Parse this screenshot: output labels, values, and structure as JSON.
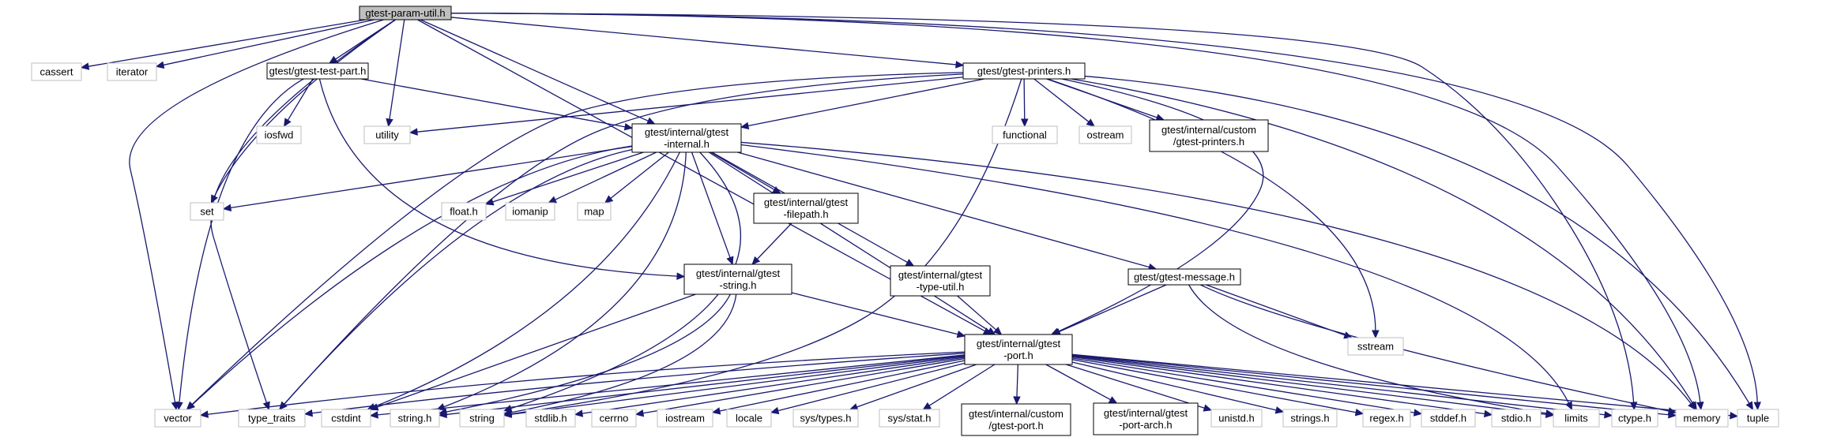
{
  "colors": {
    "edge": "#191970",
    "root_fill": "#bfbfbf",
    "node_border": "#000000",
    "system_border": "#bfbfbf",
    "text": "#000000",
    "background": "#ffffff"
  },
  "nodes": {
    "root": {
      "lines": [
        "gtest-param-util.h"
      ],
      "kind": "root"
    },
    "cassert": {
      "lines": [
        "cassert"
      ],
      "kind": "system"
    },
    "iterator": {
      "lines": [
        "iterator"
      ],
      "kind": "system"
    },
    "test_part": {
      "lines": [
        "gtest/gtest-test-part.h"
      ],
      "kind": "local"
    },
    "printers": {
      "lines": [
        "gtest/gtest-printers.h"
      ],
      "kind": "local"
    },
    "iosfwd": {
      "lines": [
        "iosfwd"
      ],
      "kind": "system"
    },
    "utility": {
      "lines": [
        "utility"
      ],
      "kind": "system"
    },
    "internal": {
      "lines": [
        "gtest/internal/gtest",
        "-internal.h"
      ],
      "kind": "local"
    },
    "functional": {
      "lines": [
        "functional"
      ],
      "kind": "system"
    },
    "ostream": {
      "lines": [
        "ostream"
      ],
      "kind": "system"
    },
    "custom_printers": {
      "lines": [
        "gtest/internal/custom",
        "/gtest-printers.h"
      ],
      "kind": "local"
    },
    "set": {
      "lines": [
        "set"
      ],
      "kind": "system"
    },
    "float": {
      "lines": [
        "float.h"
      ],
      "kind": "system"
    },
    "iomanip": {
      "lines": [
        "iomanip"
      ],
      "kind": "system"
    },
    "map": {
      "lines": [
        "map"
      ],
      "kind": "system"
    },
    "filepath": {
      "lines": [
        "gtest/internal/gtest",
        "-filepath.h"
      ],
      "kind": "local"
    },
    "gstring": {
      "lines": [
        "gtest/internal/gtest",
        "-string.h"
      ],
      "kind": "local"
    },
    "type_util": {
      "lines": [
        "gtest/internal/gtest",
        "-type-util.h"
      ],
      "kind": "local"
    },
    "message": {
      "lines": [
        "gtest/gtest-message.h"
      ],
      "kind": "local"
    },
    "sstream": {
      "lines": [
        "sstream"
      ],
      "kind": "system"
    },
    "port": {
      "lines": [
        "gtest/internal/gtest",
        "-port.h"
      ],
      "kind": "local"
    },
    "vector": {
      "lines": [
        "vector"
      ],
      "kind": "system"
    },
    "type_traits": {
      "lines": [
        "type_traits"
      ],
      "kind": "system"
    },
    "cstdint": {
      "lines": [
        "cstdint"
      ],
      "kind": "system"
    },
    "string_h": {
      "lines": [
        "string.h"
      ],
      "kind": "system"
    },
    "string": {
      "lines": [
        "string"
      ],
      "kind": "system"
    },
    "stdlib": {
      "lines": [
        "stdlib.h"
      ],
      "kind": "system"
    },
    "cerrno": {
      "lines": [
        "cerrno"
      ],
      "kind": "system"
    },
    "iostream": {
      "lines": [
        "iostream"
      ],
      "kind": "system"
    },
    "locale": {
      "lines": [
        "locale"
      ],
      "kind": "system"
    },
    "sys_types": {
      "lines": [
        "sys/types.h"
      ],
      "kind": "system"
    },
    "sys_stat": {
      "lines": [
        "sys/stat.h"
      ],
      "kind": "system"
    },
    "custom_port": {
      "lines": [
        "gtest/internal/custom",
        "/gtest-port.h"
      ],
      "kind": "local"
    },
    "port_arch": {
      "lines": [
        "gtest/internal/gtest",
        "-port-arch.h"
      ],
      "kind": "local"
    },
    "unistd": {
      "lines": [
        "unistd.h"
      ],
      "kind": "system"
    },
    "strings": {
      "lines": [
        "strings.h"
      ],
      "kind": "system"
    },
    "regex": {
      "lines": [
        "regex.h"
      ],
      "kind": "system"
    },
    "stddef": {
      "lines": [
        "stddef.h"
      ],
      "kind": "system"
    },
    "stdio": {
      "lines": [
        "stdio.h"
      ],
      "kind": "system"
    },
    "limits": {
      "lines": [
        "limits"
      ],
      "kind": "system"
    },
    "ctype": {
      "lines": [
        "ctype.h"
      ],
      "kind": "system"
    },
    "memory": {
      "lines": [
        "memory"
      ],
      "kind": "system"
    },
    "tuple": {
      "lines": [
        "tuple"
      ],
      "kind": "system"
    }
  },
  "edges": [
    [
      "root",
      "cassert"
    ],
    [
      "root",
      "iterator"
    ],
    [
      "root",
      "test_part"
    ],
    [
      "root",
      "printers"
    ],
    [
      "root",
      "utility"
    ],
    [
      "root",
      "internal"
    ],
    [
      "root",
      "set"
    ],
    [
      "root",
      "vector"
    ],
    [
      "root",
      "type_traits"
    ],
    [
      "root",
      "port"
    ],
    [
      "root",
      "ctype"
    ],
    [
      "root",
      "memory"
    ],
    [
      "root",
      "tuple"
    ],
    [
      "test_part",
      "iosfwd"
    ],
    [
      "test_part",
      "internal"
    ],
    [
      "test_part",
      "gstring"
    ],
    [
      "test_part",
      "vector"
    ],
    [
      "printers",
      "utility"
    ],
    [
      "printers",
      "internal"
    ],
    [
      "printers",
      "functional"
    ],
    [
      "printers",
      "ostream"
    ],
    [
      "printers",
      "custom_printers"
    ],
    [
      "printers",
      "sstream"
    ],
    [
      "printers",
      "port"
    ],
    [
      "printers",
      "string"
    ],
    [
      "printers",
      "vector"
    ],
    [
      "printers",
      "type_traits"
    ],
    [
      "printers",
      "memory"
    ],
    [
      "printers",
      "tuple"
    ],
    [
      "internal",
      "set"
    ],
    [
      "internal",
      "float"
    ],
    [
      "internal",
      "iomanip"
    ],
    [
      "internal",
      "map"
    ],
    [
      "internal",
      "filepath"
    ],
    [
      "internal",
      "gstring"
    ],
    [
      "internal",
      "type_util"
    ],
    [
      "internal",
      "message"
    ],
    [
      "internal",
      "port"
    ],
    [
      "internal",
      "vector"
    ],
    [
      "internal",
      "type_traits"
    ],
    [
      "internal",
      "cstdint"
    ],
    [
      "internal",
      "string_h"
    ],
    [
      "internal",
      "string"
    ],
    [
      "internal",
      "limits"
    ],
    [
      "internal",
      "memory"
    ],
    [
      "filepath",
      "gstring"
    ],
    [
      "gstring",
      "port"
    ],
    [
      "gstring",
      "string"
    ],
    [
      "gstring",
      "cstdint"
    ],
    [
      "gstring",
      "string_h"
    ],
    [
      "type_util",
      "port"
    ],
    [
      "message",
      "port"
    ],
    [
      "message",
      "sstream"
    ],
    [
      "message",
      "limits"
    ],
    [
      "message",
      "memory"
    ],
    [
      "port",
      "vector"
    ],
    [
      "port",
      "type_traits"
    ],
    [
      "port",
      "cstdint"
    ],
    [
      "port",
      "string_h"
    ],
    [
      "port",
      "string"
    ],
    [
      "port",
      "stdlib"
    ],
    [
      "port",
      "cerrno"
    ],
    [
      "port",
      "iostream"
    ],
    [
      "port",
      "locale"
    ],
    [
      "port",
      "sys_types"
    ],
    [
      "port",
      "sys_stat"
    ],
    [
      "port",
      "custom_port"
    ],
    [
      "port",
      "port_arch"
    ],
    [
      "port",
      "unistd"
    ],
    [
      "port",
      "strings"
    ],
    [
      "port",
      "regex"
    ],
    [
      "port",
      "stddef"
    ],
    [
      "port",
      "stdio"
    ],
    [
      "port",
      "limits"
    ],
    [
      "port",
      "ctype"
    ],
    [
      "port",
      "memory"
    ],
    [
      "port",
      "tuple"
    ]
  ]
}
